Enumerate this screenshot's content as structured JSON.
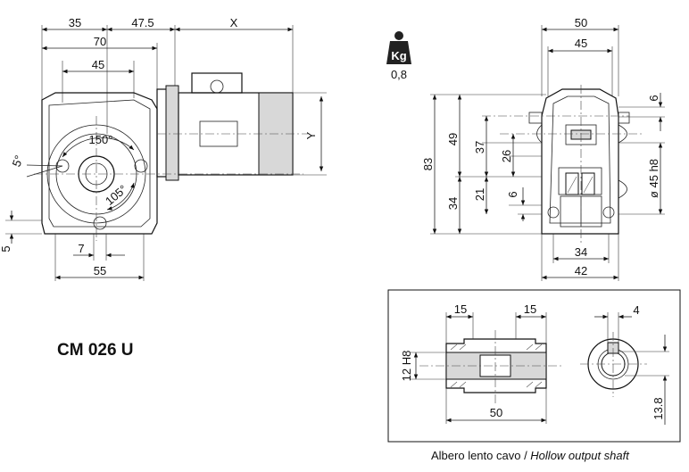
{
  "model": "CM 026 U",
  "weight": {
    "unit_label": "Kg",
    "value": "0,8"
  },
  "side_view": {
    "dims": {
      "d35": "35",
      "d47": "47.5",
      "dX": "X",
      "d70": "70",
      "d45": "45",
      "dY": "Y",
      "d150": "150°",
      "d5deg": "5°",
      "d105": "105°",
      "d5": "5",
      "d7": "7",
      "d55": "55"
    }
  },
  "front_view": {
    "dims": {
      "d50": "50",
      "d45": "45",
      "d6a": "6",
      "d83": "83",
      "d49": "49",
      "d37": "37",
      "d26": "26",
      "d34v": "34",
      "d21": "21",
      "d6b": "6",
      "d45h8": "ø 45 h8",
      "d34h": "34",
      "d42": "42"
    }
  },
  "shaft": {
    "dims": {
      "d15a": "15",
      "d15b": "15",
      "d12h8": "12 H8",
      "d50": "50",
      "d4": "4",
      "d13_8": "13.8"
    },
    "caption_it": "Albero lento cavo / ",
    "caption_en": "Hollow output shaft"
  },
  "colors": {
    "line": "#111111",
    "fill": "#d8d8d8",
    "icon": "#222222"
  }
}
